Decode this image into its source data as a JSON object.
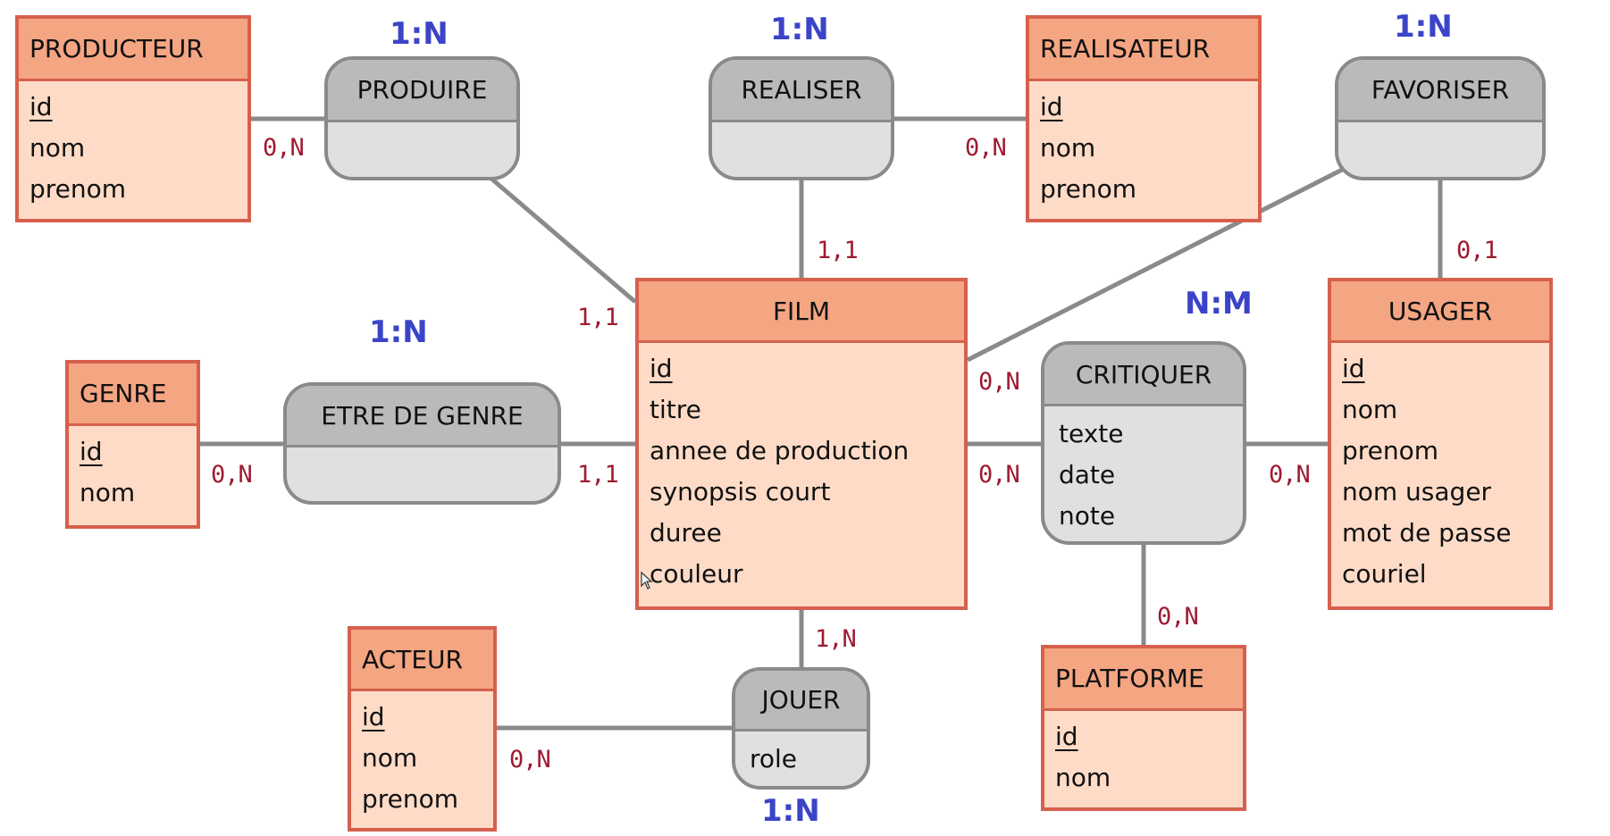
{
  "entities": {
    "producteur": {
      "title": "PRODUCTEUR",
      "attrs": [
        "id",
        "nom",
        "prenom"
      ]
    },
    "realisateur": {
      "title": "REALISATEUR",
      "attrs": [
        "id",
        "nom",
        "prenom"
      ]
    },
    "genre": {
      "title": "GENRE",
      "attrs": [
        "id",
        "nom"
      ]
    },
    "film": {
      "title": "FILM",
      "attrs": [
        "id",
        "titre",
        "annee de production",
        "synopsis court",
        "duree",
        "couleur"
      ]
    },
    "usager": {
      "title": "USAGER",
      "attrs": [
        "id",
        "nom",
        "prenom",
        "nom usager",
        "mot de passe",
        "couriel"
      ]
    },
    "acteur": {
      "title": "ACTEUR",
      "attrs": [
        "id",
        "nom",
        "prenom"
      ]
    },
    "platforme": {
      "title": "PLATFORME",
      "attrs": [
        "id",
        "nom"
      ]
    }
  },
  "associations": {
    "produire": {
      "title": "PRODUIRE",
      "attrs": [],
      "type": "1:N"
    },
    "realiser": {
      "title": "REALISER",
      "attrs": [],
      "type": "1:N"
    },
    "favoriser": {
      "title": "FAVORISER",
      "attrs": [],
      "type": "1:N"
    },
    "etre_de_genre": {
      "title": "ETRE DE GENRE",
      "attrs": [],
      "type": "1:N"
    },
    "critiquer": {
      "title": "CRITIQUER",
      "attrs": [
        "texte",
        "date",
        "note"
      ],
      "type": "N:M"
    },
    "jouer": {
      "title": "JOUER",
      "attrs": [
        "role"
      ],
      "type": "1:N"
    }
  },
  "cardinalities": {
    "producteur_produire": "0,N",
    "produire_film": "1,1",
    "realiser_film": "1,1",
    "realisateur_realiser": "0,N",
    "favoriser_usager": "0,1",
    "film_favoriser": "0,N",
    "genre_etre": "0,N",
    "etre_film": "1,1",
    "film_critiquer": "0,N",
    "usager_critiquer": "0,N",
    "platforme_critiquer": "0,N",
    "film_jouer": "1,N",
    "acteur_jouer": "0,N"
  },
  "colors": {
    "entity_header": "#f4a582",
    "entity_body": "#fddbc7",
    "entity_border": "#d6604d",
    "assoc_header": "#bababa",
    "assoc_body": "#e0e0e0",
    "assoc_border": "#8a8a8a",
    "cardinality": "#9e1b32",
    "relation_type": "#3b44c8"
  }
}
